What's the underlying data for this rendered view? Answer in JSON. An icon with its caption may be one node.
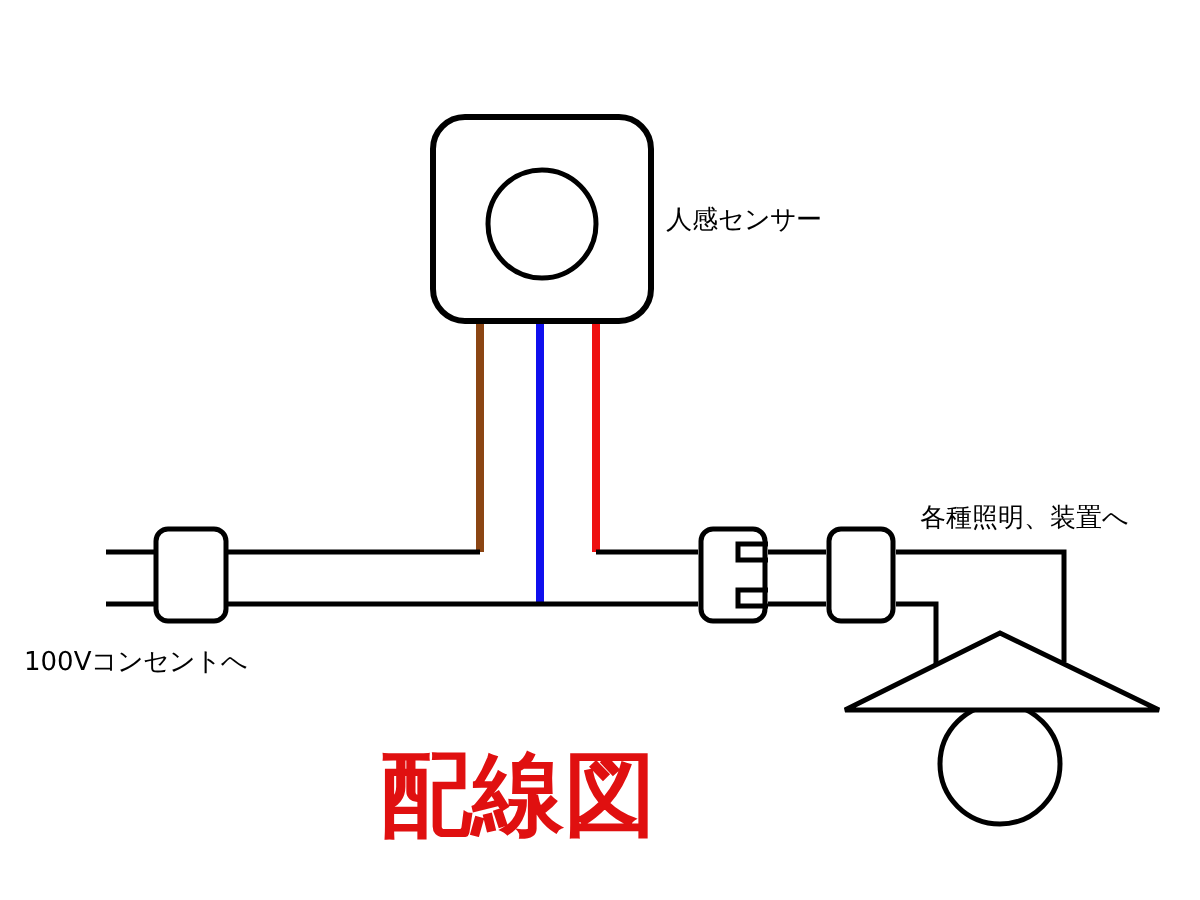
{
  "diagram": {
    "title": "配線図",
    "nodes": [
      {
        "text": [],
        "shape": "box",
        "beside": [
          "人感センサー"
        ]
      },
      {
        "text": [],
        "shape": "bar"
      },
      {
        "text": [],
        "shape": "box"
      },
      {
        "text": [],
        "shape": "box"
      },
      {
        "text": [],
        "shape": "picture"
      }
    ],
    "edges": [
      {
        "from": 0,
        "to": 1,
        "arrow": "none",
        "color": "#8b4513"
      },
      {
        "from": 0,
        "to": 1,
        "arrow": "none",
        "color": "#1010ee"
      },
      {
        "from": 0,
        "to": 1,
        "arrow": "none",
        "color": "#ee1010"
      },
      {
        "from": 2,
        "to": 3,
        "arrow": "none",
        "color": "#000000"
      },
      {
        "from": 3,
        "to": 4,
        "arrow": "none",
        "color": "#000000"
      }
    ],
    "labels": [
      "100Vコンセントへ",
      "各種照明、装置へ"
    ]
  }
}
